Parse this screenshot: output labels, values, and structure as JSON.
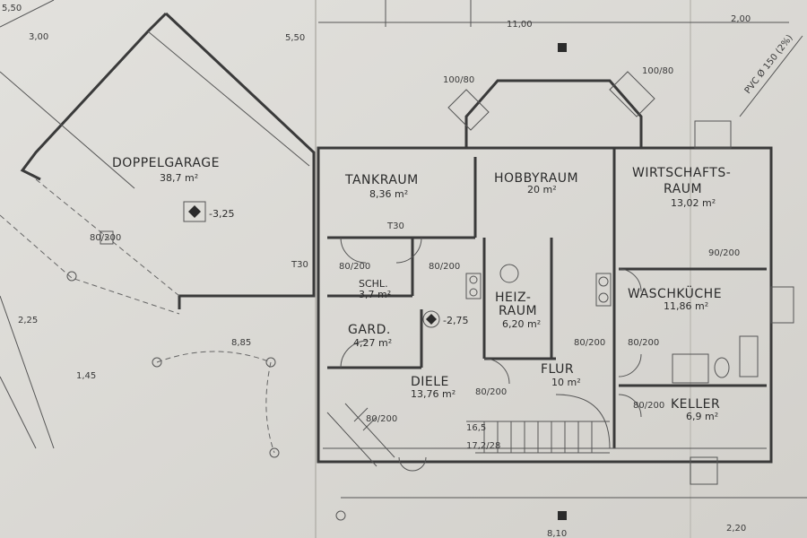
{
  "rooms": [
    {
      "name": "DOPPELGARAGE",
      "area": "38,7 m²"
    },
    {
      "name": "TANKRAUM",
      "area": "8,36 m²"
    },
    {
      "name": "HOBBYRAUM",
      "area": "20 m²"
    },
    {
      "name": "WIRTSCHAFTS-",
      "name2": "RAUM",
      "area": "13,02 m²"
    },
    {
      "name": "SCHL.",
      "area": "3,7 m²"
    },
    {
      "name": "HEIZ-",
      "name2": "RAUM",
      "area": "6,20 m²"
    },
    {
      "name": "WASCHKÜCHE",
      "area": "11,86 m²"
    },
    {
      "name": "GARD.",
      "area": "4,27 m²"
    },
    {
      "name": "DIELE",
      "area": "13,76 m²"
    },
    {
      "name": "FLUR",
      "area": "10 m²"
    },
    {
      "name": "KELLER",
      "area": "6,9 m²"
    }
  ],
  "levels": [
    "-3,25",
    "-2,75"
  ],
  "dimensions": {
    "top_main": "11,00",
    "top_right": "2,00",
    "left_top": "5,50",
    "left_300": "3,00",
    "garage_side": "5,50",
    "d145": "1,45",
    "d225": "2,25",
    "d885": "8,85",
    "bottom_center": "8,10",
    "bottom_right": "2,20",
    "stairs": "16,5",
    "stairs_ratio": "17,2/28",
    "t30_a": "T30",
    "t30_b": "T30",
    "pvc": "PVC Ø 150 (2%)"
  },
  "door_marks": [
    "80/200",
    "80/200",
    "80/200",
    "80/200",
    "90/200",
    "80/200",
    "80/200",
    "100/80",
    "100/80",
    "80/200",
    "80/200"
  ]
}
